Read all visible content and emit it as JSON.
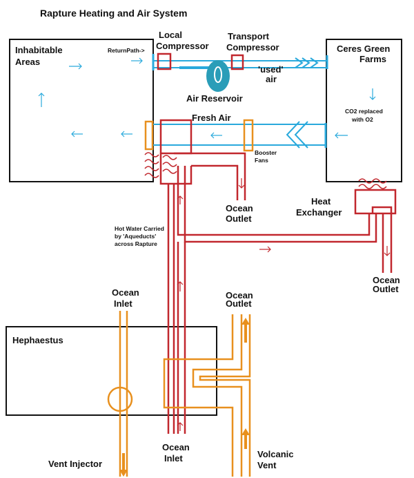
{
  "title": "Rapture Heating and Air System",
  "labels": {
    "inhabitable_areas": [
      "Inhabitable",
      "Areas"
    ],
    "return_path": "ReturnPath->",
    "local_compressor": [
      "Local",
      "Compressor"
    ],
    "transport_compressor": [
      "Transport",
      "Compressor"
    ],
    "used_air": [
      "'used'",
      "air"
    ],
    "air_reservoir": "Air Reservoir",
    "ceres_green_farms": [
      "Ceres Green",
      "Farms"
    ],
    "co2_replaced": [
      "CO2 replaced",
      "with O2"
    ],
    "fresh_air": "Fresh Air",
    "booster_fans": [
      "Booster",
      "Fans"
    ],
    "ocean_outlet_mid": [
      "Ocean",
      "Outlet"
    ],
    "heat_exchanger": [
      "Heat",
      "Exchanger"
    ],
    "hot_water": [
      "Hot Water Carried",
      "by 'Aqueducts'",
      "across Rapture"
    ],
    "ocean_outlet_right": [
      "Ocean",
      "Outlet"
    ],
    "ocean_inlet_top": [
      "Ocean",
      "Inlet"
    ],
    "ocean_outlet_bottom": [
      "Ocean",
      "Outlet"
    ],
    "hephaestus": "Hephaestus",
    "vent_injector": "Vent Injector",
    "ocean_inlet_bottom": [
      "Ocean",
      "Inlet"
    ],
    "volcanic_vent": [
      "Volcanic",
      "Vent"
    ]
  },
  "colors": {
    "air": "#29a9dc",
    "hot_water": "#c1272d",
    "ocean_water": "#e8901e",
    "box": "#111111",
    "reservoir": "#2a9db8"
  }
}
